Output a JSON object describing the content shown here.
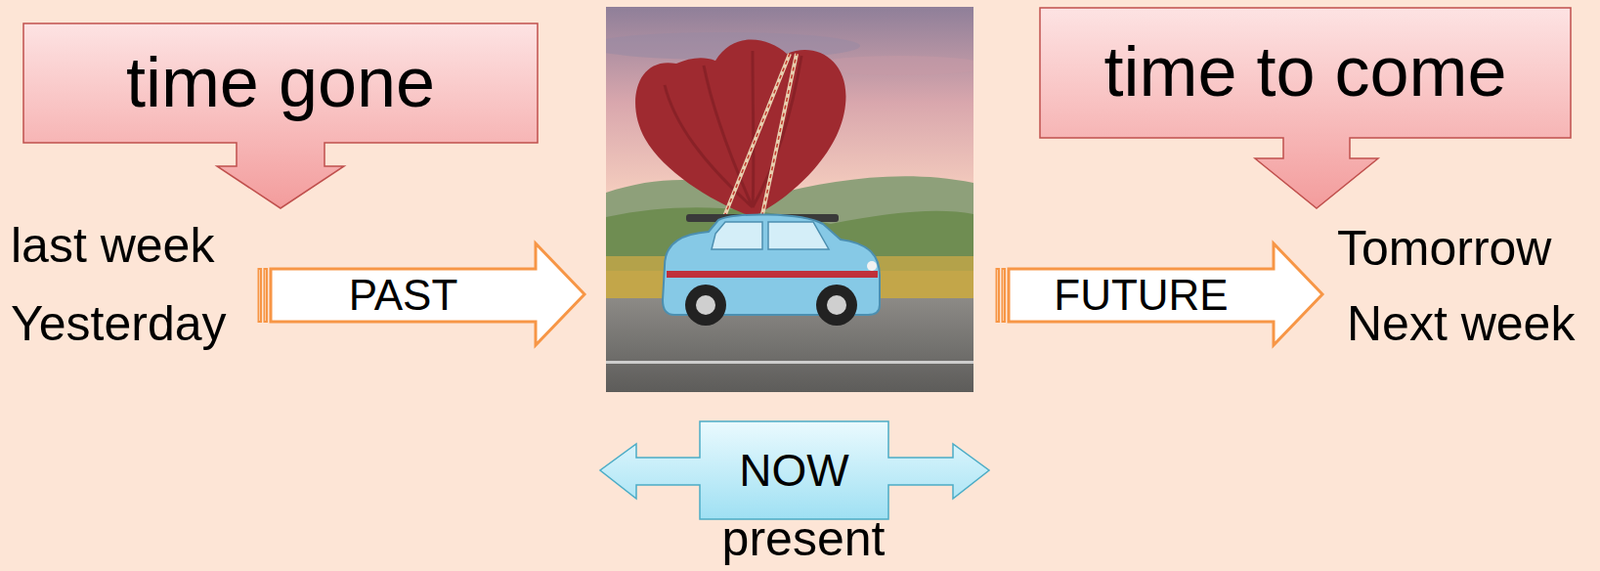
{
  "diagram": {
    "nodes": [
      {
        "text": [
          "time gone"
        ]
      },
      {
        "text": [
          "time to come"
        ]
      },
      {
        "text": [
          "PAST"
        ]
      },
      {
        "text": [
          "FUTURE"
        ]
      },
      {
        "text": [
          "NOW"
        ]
      }
    ],
    "labels": [
      "last week",
      "Yesterday",
      "Tomorrow",
      "Next week",
      "present"
    ]
  }
}
